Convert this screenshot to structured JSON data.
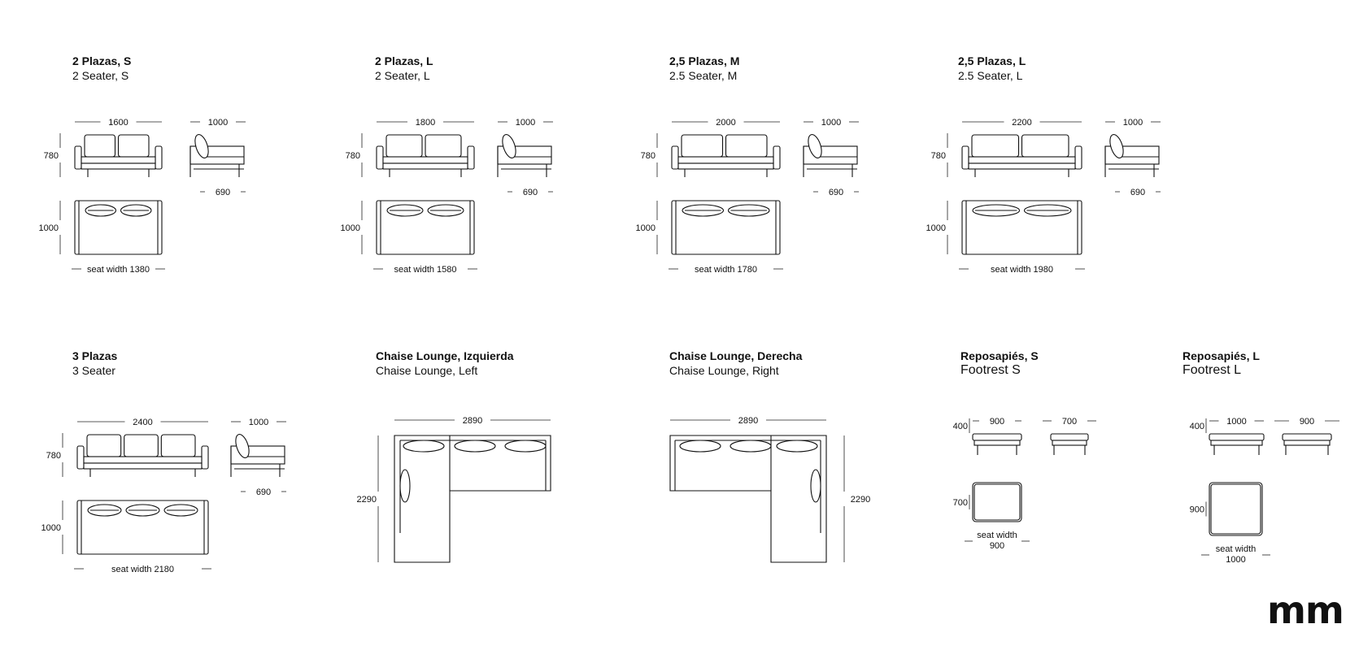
{
  "products": [
    {
      "name_es": "2 Plazas, S",
      "name_en": "2 Seater, S",
      "width": "1600",
      "height": "780",
      "depth_top": "1000",
      "depth_bottom": "690",
      "plan_depth": "1000",
      "seat_width": "seat width 1380"
    },
    {
      "name_es": "2 Plazas, L",
      "name_en": "2 Seater, L",
      "width": "1800",
      "height": "780",
      "depth_top": "1000",
      "depth_bottom": "690",
      "plan_depth": "1000",
      "seat_width": "seat width 1580"
    },
    {
      "name_es": "2,5 Plazas, M",
      "name_en": "2.5 Seater, M",
      "width": "2000",
      "height": "780",
      "depth_top": "1000",
      "depth_bottom": "690",
      "plan_depth": "1000",
      "seat_width": "seat width 1780"
    },
    {
      "name_es": "2,5 Plazas, L",
      "name_en": "2.5 Seater, L",
      "width": "2200",
      "height": "780",
      "depth_top": "1000",
      "depth_bottom": "690",
      "plan_depth": "1000",
      "seat_width": "seat width 1980"
    },
    {
      "name_es": "3 Plazas",
      "name_en": "3 Seater",
      "width": "2400",
      "height": "780",
      "depth_top": "1000",
      "depth_bottom": "690",
      "plan_depth": "1000",
      "seat_width": "seat width 2180"
    },
    {
      "name_es": "Chaise Lounge, Izquierda",
      "name_en": "Chaise Lounge, Left",
      "width": "2890",
      "depth": "2290"
    },
    {
      "name_es": "Chaise Lounge, Derecha",
      "name_en": "Chaise Lounge, Right",
      "width": "2890",
      "depth": "2290"
    },
    {
      "name_es": "Reposapiés, S",
      "name_en": "Footrest S",
      "width": "900",
      "depth_side": "700",
      "height": "400",
      "plan_depth": "700",
      "seat_width_label": "seat width",
      "seat_width_value": "900"
    },
    {
      "name_es": "Reposapiés, L",
      "name_en": "Footrest L",
      "width": "1000",
      "depth_side": "900",
      "height": "400",
      "plan_depth": "900",
      "seat_width_label": "seat width",
      "seat_width_value": "1000"
    }
  ],
  "logo": "mm"
}
